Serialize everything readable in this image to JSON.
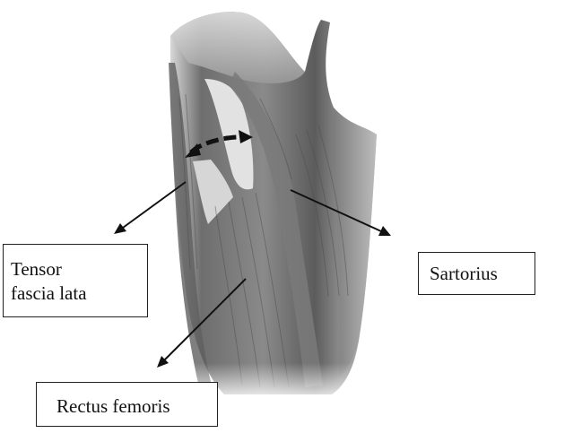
{
  "diagram": {
    "labels": {
      "tensor_line1": "Tensor",
      "tensor_line2": "fascia lata",
      "sartorius": "Sartorius",
      "rectus": "Rectus femoris"
    },
    "colors": {
      "muscle_dark": "#5a5a5a",
      "muscle_mid": "#8c8c8c",
      "muscle_light": "#c8c8c8",
      "arrow": "#111111"
    },
    "icons": [
      "double-headed-curved-arrow-icon",
      "pointer-arrow-icon"
    ]
  }
}
